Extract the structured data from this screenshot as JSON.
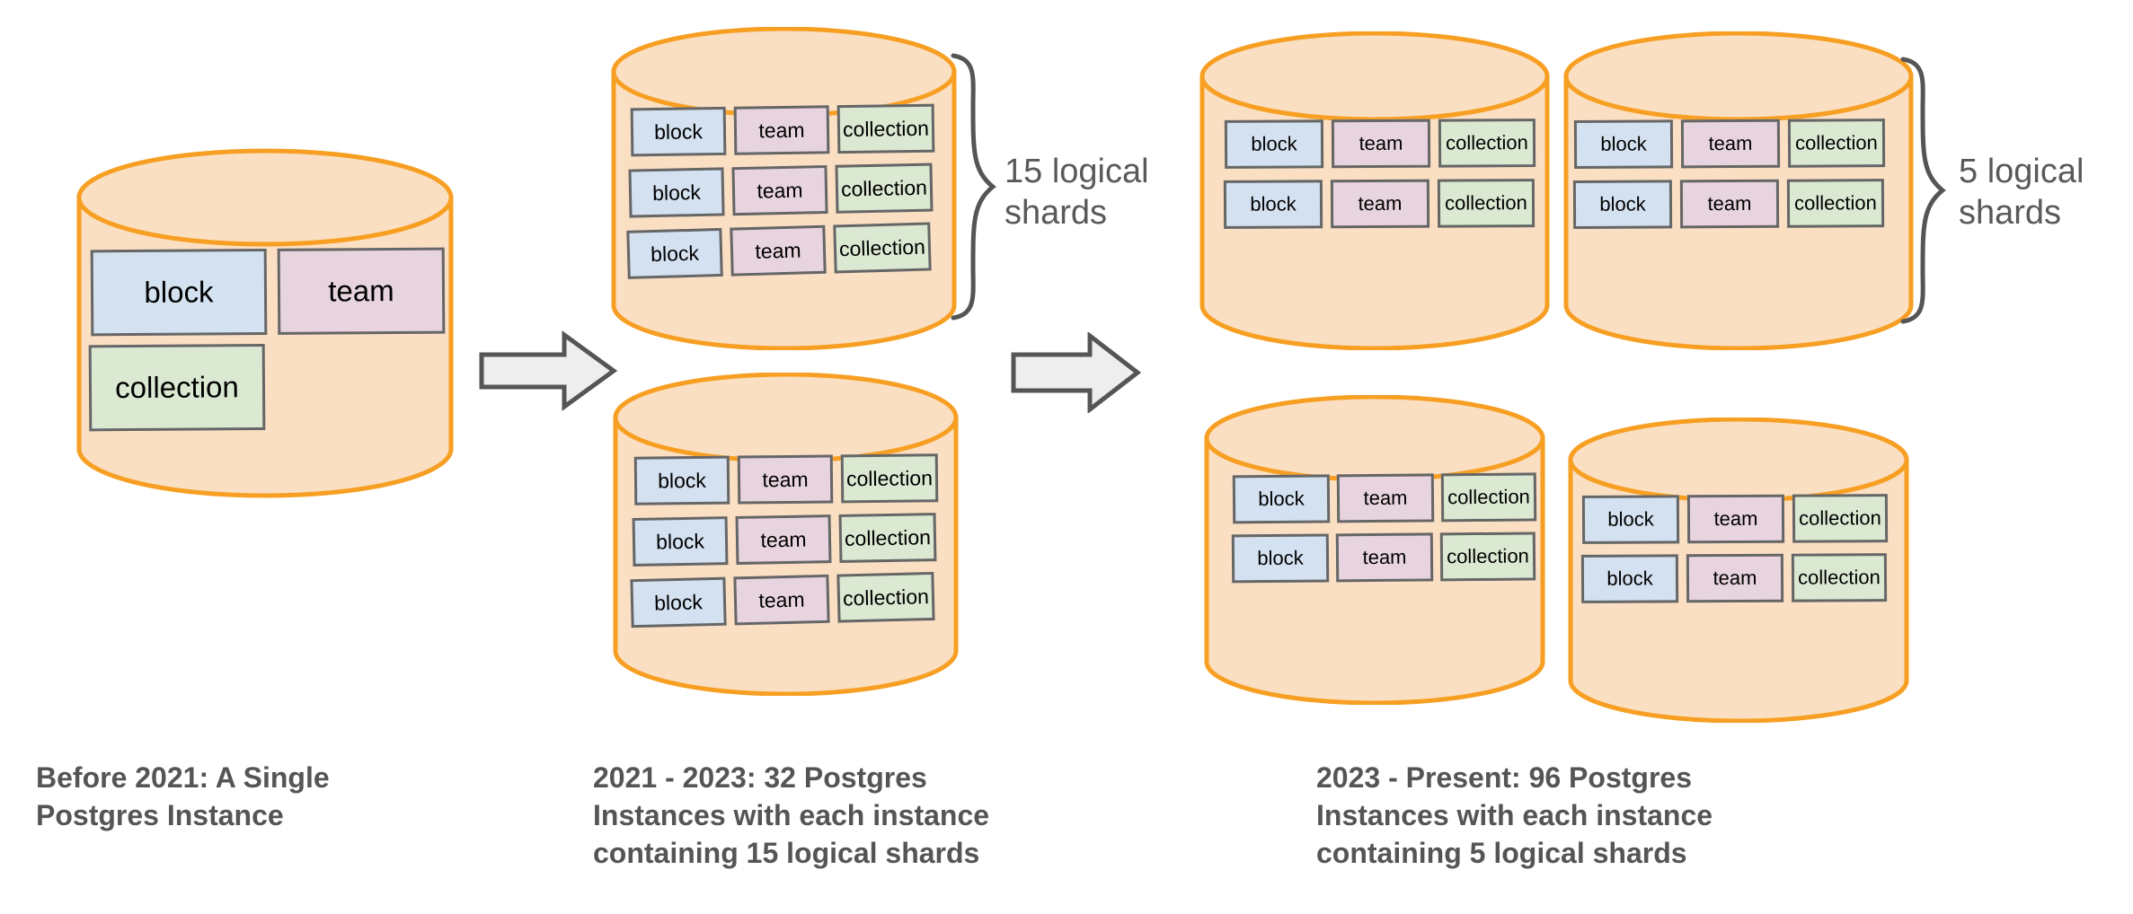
{
  "diagram": {
    "title_text_color": "#555555",
    "cylinder_fill": "#fbdfc2",
    "cylinder_stroke": "#f79f22",
    "arrow_fill": "#eeeeee",
    "arrow_stroke": "#555555",
    "brace_stroke": "#555555",
    "table_colors": {
      "block": "#d4e1f0",
      "team": "#e8d4de",
      "collection": "#dbe8d2",
      "border": "#666666"
    },
    "labels": {
      "block": "block",
      "team": "team",
      "collection": "collection"
    }
  },
  "stages": [
    {
      "id": "before-2021",
      "caption": "Before 2021: A Single\nPostgres Instance",
      "instance_count": 1,
      "shards_per_instance": 1,
      "cylinders": [
        {
          "id": "cyl-single",
          "rows": [
            [
              "block",
              "team"
            ],
            [
              "collection"
            ]
          ]
        }
      ]
    },
    {
      "id": "2021-2023",
      "caption": "2021 - 2023: 32 Postgres\nInstances with each instance\ncontaining 15 logical shards",
      "instance_count": 32,
      "shards_per_instance": 15,
      "brace_label": "15 logical\nshards",
      "cylinders": [
        {
          "id": "cyl-mid-top",
          "rows": [
            [
              "block",
              "team",
              "collection"
            ],
            [
              "block",
              "team",
              "collection"
            ],
            [
              "block",
              "team",
              "collection"
            ]
          ]
        },
        {
          "id": "cyl-mid-bottom",
          "rows": [
            [
              "block",
              "team",
              "collection"
            ],
            [
              "block",
              "team",
              "collection"
            ],
            [
              "block",
              "team",
              "collection"
            ]
          ]
        }
      ]
    },
    {
      "id": "2023-present",
      "caption": "2023 - Present: 96 Postgres\nInstances with each instance\ncontaining 5 logical shards",
      "instance_count": 96,
      "shards_per_instance": 5,
      "brace_label": "5 logical\nshards",
      "cylinders": [
        {
          "id": "cyl-right-tl",
          "rows": [
            [
              "block",
              "team",
              "collection"
            ],
            [
              "block",
              "team",
              "collection"
            ]
          ]
        },
        {
          "id": "cyl-right-tr",
          "rows": [
            [
              "block",
              "team",
              "collection"
            ],
            [
              "block",
              "team",
              "collection"
            ]
          ]
        },
        {
          "id": "cyl-right-bl",
          "rows": [
            [
              "block",
              "team",
              "collection"
            ],
            [
              "block",
              "team",
              "collection"
            ]
          ]
        },
        {
          "id": "cyl-right-br",
          "rows": [
            [
              "block",
              "team",
              "collection"
            ],
            [
              "block",
              "team",
              "collection"
            ]
          ]
        }
      ]
    }
  ],
  "arrows": [
    {
      "id": "arrow-1",
      "direction": "right"
    },
    {
      "id": "arrow-2",
      "direction": "right"
    }
  ]
}
